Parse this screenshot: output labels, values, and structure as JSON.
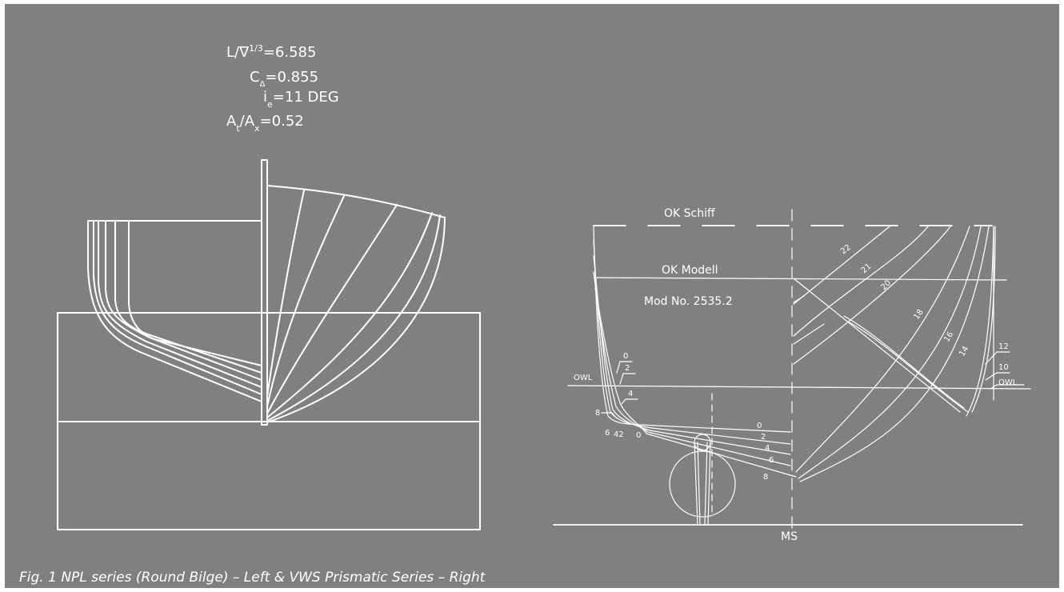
{
  "left_params": {
    "p1": "L/∇",
    "p1_sup": "1/3",
    "p1_val": "=6.585",
    "p2": "C",
    "p2_sub": "Δ",
    "p2_val": "=0.855",
    "p3": "i",
    "p3_sub": "e",
    "p3_val": "=11 DEG",
    "p4a": "A",
    "p4a_sub": "t",
    "p4b": "/A",
    "p4b_sub": "x",
    "p4_val": "=0.52"
  },
  "right_labels": {
    "ok_schiff": "OK Schiff",
    "ok_modell": "OK Modell",
    "model_no": "Mod No. 2535.2",
    "owl_left": "OWL",
    "owl_right": "OWL",
    "ms": "MS",
    "aft_stations": [
      "0",
      "2",
      "4",
      "8",
      "6",
      "42",
      "0"
    ],
    "bottom_stations": [
      "0",
      "2",
      "4",
      "6",
      "8"
    ],
    "fwd_stations": [
      "22",
      "21",
      "20",
      "18",
      "16",
      "14",
      "12",
      "10"
    ]
  },
  "caption": "Fig. 1 NPL series (Round Bilge) – Left & VWS Prismatic Series – Right"
}
